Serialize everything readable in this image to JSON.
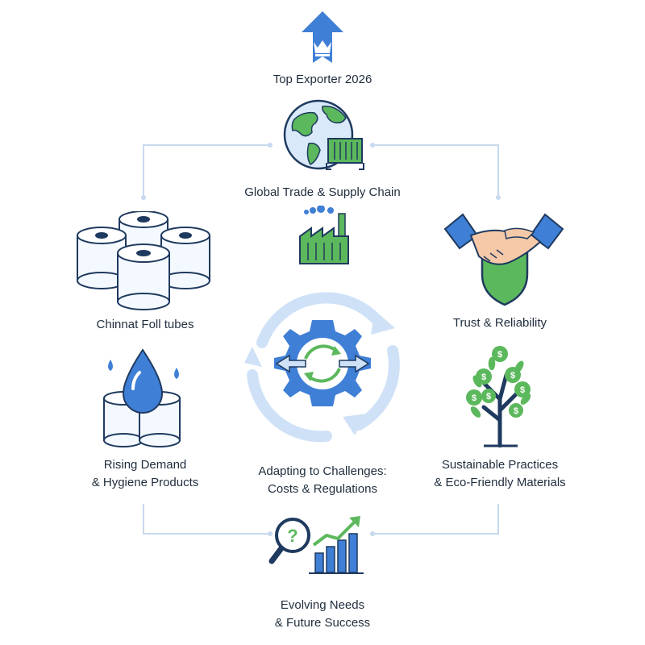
{
  "nodes": {
    "top_exporter": {
      "label": "Top Exporter 2026",
      "icon": "crown-arrow-icon"
    },
    "global_trade": {
      "label": "Global Trade & Supply Chain",
      "icon": "globe-container-icon"
    },
    "factory": {
      "icon": "factory-icon"
    },
    "roll_tubes": {
      "label": "Chinnat Foll tubes",
      "icon": "toilet-rolls-icon"
    },
    "trust": {
      "label": "Trust & Reliability",
      "icon": "handshake-shield-icon"
    },
    "rising_demand": {
      "line1": "Rising Demand",
      "line2": "& Hygiene Products",
      "icon": "water-drop-rolls-icon"
    },
    "adapting": {
      "line1": "Adapting to Challenges:",
      "line2": "Costs & Regulations",
      "icon": "gear-cycle-icon"
    },
    "sustainable": {
      "line1": "Sustainable Practices",
      "line2": "& Eco-Friendly Materials",
      "icon": "money-tree-icon"
    },
    "evolving": {
      "line1": "Evolving Needs",
      "line2": "& Future Success",
      "icon": "magnifier-growth-chart-icon"
    }
  },
  "colors": {
    "blue": "#3f7fd6",
    "dark_blue": "#1f3a5f",
    "green": "#5cb85c",
    "light_blue": "#cfe1f7",
    "connector": "#c7d9ee"
  },
  "connectors": [
    [
      "global_trade",
      "roll_tubes"
    ],
    [
      "global_trade",
      "trust"
    ],
    [
      "rising_demand",
      "evolving"
    ],
    [
      "sustainable",
      "evolving"
    ]
  ]
}
